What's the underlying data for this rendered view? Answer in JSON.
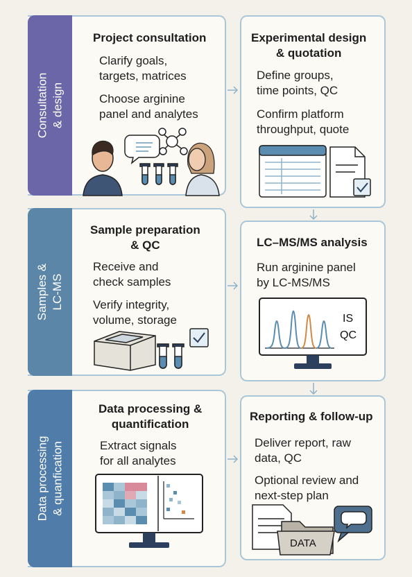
{
  "lanes": [
    {
      "label": "Consultation\n& design",
      "color": "#6b66a8"
    },
    {
      "label": "Samples &\nLC-MS",
      "color": "#5c86a8"
    },
    {
      "label": "Data processing\n& quanfication",
      "color": "#4f7ca8"
    }
  ],
  "cards": {
    "consultation": {
      "title": "Project consultation",
      "items": [
        "Clarify goals,\ntargets, matrices",
        "Choose arginine\npanel and analytes"
      ]
    },
    "design": {
      "title": "Experimental design\n& quotation",
      "items": [
        "Define groups,\ntime points, QC",
        "Confirm platform\nthroughput, quote"
      ]
    },
    "prep": {
      "title": "Sample preparation\n& QC",
      "items": [
        "Receive and\ncheck samples",
        "Verify integrity,\nvolume, storage"
      ]
    },
    "lcms": {
      "title": "LC–MS/MS analysis",
      "items": [
        "Run arginine panel\nby LC-MS/MS"
      ],
      "monitor_labels": [
        "IS",
        "QC"
      ]
    },
    "processing": {
      "title": "Data processing &\nquantification",
      "items": [
        "Extract signals\nfor all analytes"
      ]
    },
    "reporting": {
      "title": "Reporting & follow-up",
      "items": [
        "Deliver report, raw\ndata, QC",
        "Optional review and\nnext-step plan"
      ],
      "folder_label": "DATA"
    }
  },
  "colors": {
    "border": "#a9c7d8",
    "arrow": "#8fb3c9",
    "peak_blue": "#5b8db0",
    "peak_orange": "#d08a45"
  },
  "icons": [
    "people-icon",
    "molecule-icon",
    "speech-bubble-icon",
    "test-tubes-icon",
    "spreadsheet-icon",
    "document-icon",
    "checkmark-icon",
    "sample-box-icon",
    "monitor-icon",
    "chromatogram-icon",
    "heatmap-icon",
    "scatter-plot-icon",
    "report-icon",
    "folder-icon",
    "chat-icon"
  ]
}
